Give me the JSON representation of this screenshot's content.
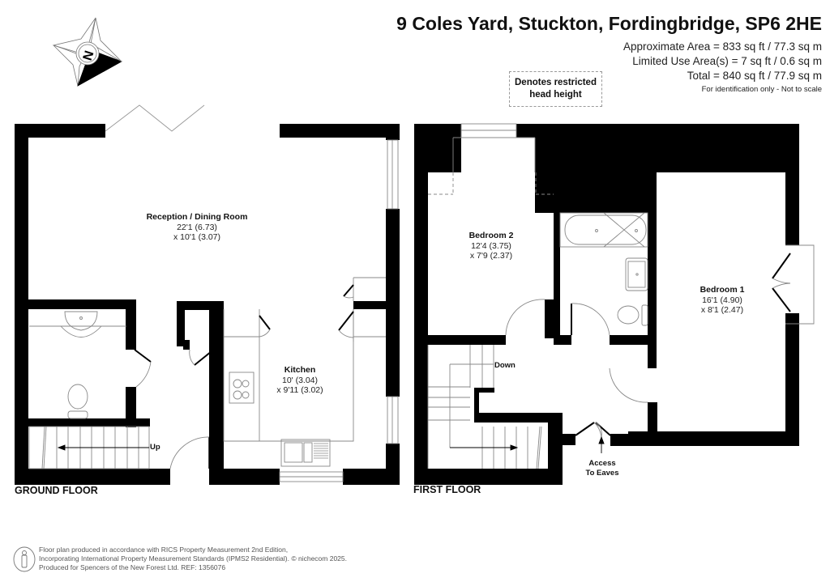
{
  "header": {
    "address": "9 Coles Yard, Stuckton, Fordingbridge, SP6 2HE",
    "approx_area": "Approximate Area = 833 sq ft / 77.3 sq m",
    "limited_use_area": "Limited Use Area(s) = 7 sq ft / 0.6 sq m",
    "total_area": "Total = 840 sq ft / 77.9 sq m",
    "disclaimer": "For identification only - Not to scale"
  },
  "legend": {
    "line1": "Denotes restricted",
    "line2": "head height",
    "style": "dashed"
  },
  "compass": {
    "icon": "compass-north-icon",
    "label": "N"
  },
  "ground_floor": {
    "label": "GROUND FLOOR",
    "rooms": [
      {
        "name": "Reception / Dining Room",
        "dim1": "22'1 (6.73)",
        "dim2": "x 10'1 (3.07)"
      },
      {
        "name": "Kitchen",
        "dim1": "10' (3.04)",
        "dim2": "x 9'11 (3.02)"
      }
    ],
    "stairs_label": "Up"
  },
  "first_floor": {
    "label": "FIRST FLOOR",
    "rooms": [
      {
        "name": "Bedroom 2",
        "dim1": "12'4 (3.75)",
        "dim2": "x 7'9 (2.37)"
      },
      {
        "name": "Bedroom 1",
        "dim1": "16'1 (4.90)",
        "dim2": "x 8'1 (2.47)"
      }
    ],
    "stairs_label": "Down",
    "eaves_line1": "Access",
    "eaves_line2": "To Eaves"
  },
  "footer": {
    "line1": "Floor plan produced in accordance with RICS Property Measurement 2nd Edition,",
    "line2": "Incorporating International Property Measurement Standards (IPMS2 Residential).   © nichecom 2025.",
    "line3": "Produced for Spencers of the New Forest Ltd.   REF:  1356076"
  },
  "colors": {
    "wall": "#000000",
    "fixture": "#888888",
    "text": "#111111"
  }
}
